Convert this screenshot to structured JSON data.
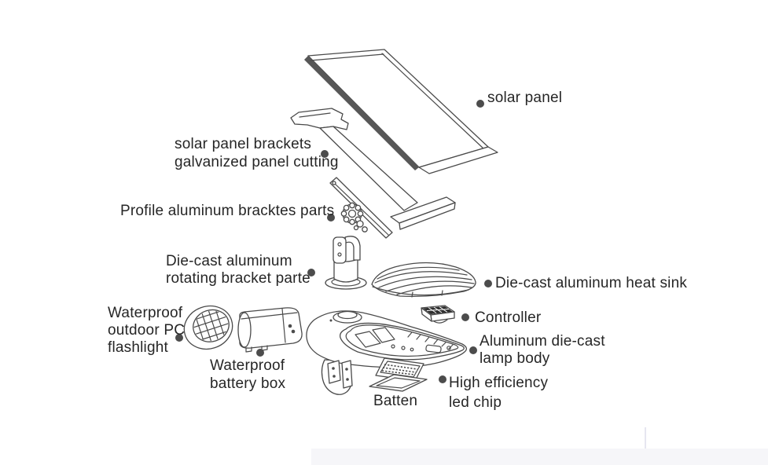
{
  "colors": {
    "line_color": "#4a4a4a",
    "edge_color": "#575757",
    "controller_top": "#2e2e2e",
    "text_color": "#262626",
    "dot_color": "#4c4c4c",
    "band_color": "#f6f6f9",
    "paper": "#ffffff"
  },
  "icons": {
    "bullet_dot": "filled-circle"
  },
  "labels": {
    "solar_panel": {
      "text": "solar panel"
    },
    "panel_brackets": {
      "line1": "solar panel brackets",
      "line2": "galvanized panel cutting"
    },
    "profile_brackets": {
      "text": "Profile aluminum bracktes parts"
    },
    "rotating_bracket": {
      "line1": "Die-cast aluminum",
      "line2": "rotating bracket parte"
    },
    "heat_sink": {
      "text": "Die-cast aluminum heat sink"
    },
    "controller": {
      "text": "Controller"
    },
    "pc_flashlight": {
      "line1": "Waterproof",
      "line2": "outdoor PC",
      "line3": "flashlight"
    },
    "battery_box": {
      "line1": "Waterproof",
      "line2": "battery box"
    },
    "lamp_body": {
      "line1": "Aluminum die-cast",
      "line2": "lamp body"
    },
    "led_chip": {
      "line1": "High efficiency",
      "line2": "led chip"
    },
    "batten": {
      "text": "Batten"
    }
  }
}
